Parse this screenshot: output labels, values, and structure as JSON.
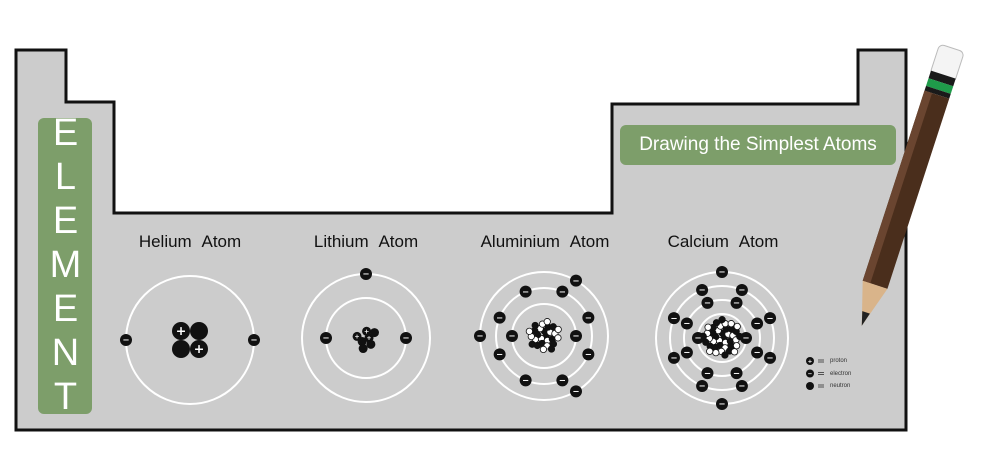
{
  "side_label": "ELEMENT",
  "banner_title": "Drawing the Simplest Atoms",
  "atoms": [
    {
      "name": "Helium  Atom",
      "protons": 2,
      "neutrons": 2,
      "shells": [
        2
      ]
    },
    {
      "name": "Lithium  Atom",
      "protons": 3,
      "neutrons": 4,
      "shells": [
        2,
        1
      ]
    },
    {
      "name": "Aluminium  Atom",
      "protons": 13,
      "neutrons": 14,
      "shells": [
        2,
        8,
        3
      ]
    },
    {
      "name": "Calcium  Atom",
      "protons": 20,
      "neutrons": 20,
      "shells": [
        2,
        8,
        8,
        2
      ]
    }
  ],
  "legend": [
    {
      "symbol": "+",
      "label": "proton"
    },
    {
      "symbol": "−",
      "label": "electron"
    },
    {
      "symbol": "",
      "label": "neutron"
    }
  ],
  "colors": {
    "panel": "#cccccc",
    "accent_green": "#7d9e6a",
    "orbit": "#ffffff",
    "particle": "#111111",
    "pencil_body": "#4a2e1c",
    "pencil_band": "#1f9b4a"
  }
}
